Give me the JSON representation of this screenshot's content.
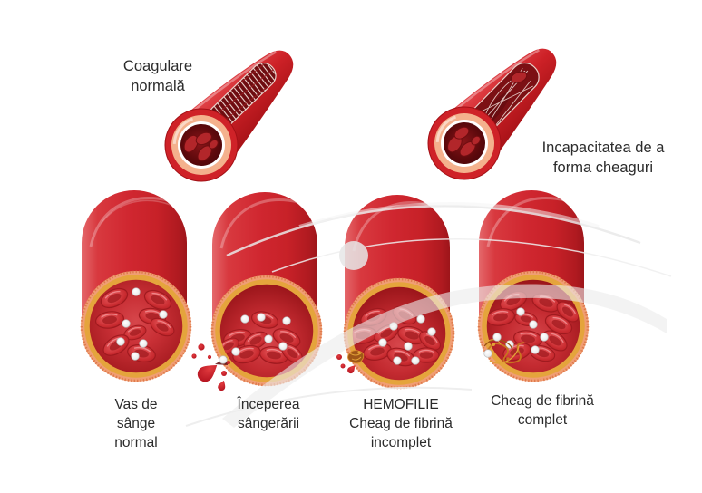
{
  "top_row": {
    "normal_coagulation_label": {
      "lines": [
        "Coagulare",
        "normală"
      ]
    },
    "no_clot_label": {
      "lines": [
        "Incapacitatea de a",
        "forma cheaguri"
      ]
    }
  },
  "bottom_row": {
    "stages": [
      {
        "name": "vessel-normal",
        "label_lines": [
          "Vas de",
          "sânge",
          "normal"
        ]
      },
      {
        "name": "vessel-bleeding-start",
        "label_lines": [
          "Începerea",
          "sângerării"
        ]
      },
      {
        "name": "vessel-hemophilia",
        "label_lines": [
          "HEMOFILIE",
          "Cheag de fibrină",
          "incomplet"
        ]
      },
      {
        "name": "vessel-complete-clot",
        "label_lines": [
          "Cheag de fibrină",
          "complet"
        ]
      }
    ]
  },
  "colors": {
    "vessel_red": "#d02730",
    "vessel_dark_red": "#9d151a",
    "vessel_highlight": "#e4686b",
    "ring_gold": "#e5a43c",
    "ring_salmon": "#f09e74",
    "interior_dark": "#8a1014",
    "rbc_red": "#d53a3e",
    "platelet_white": "#f2f2f2",
    "blood_drop": "#cf1223",
    "fibrin_orange": "#d98a2b",
    "text": "#2b2b2b",
    "background": "#ffffff",
    "watermark_gray": "#ebebeb"
  }
}
